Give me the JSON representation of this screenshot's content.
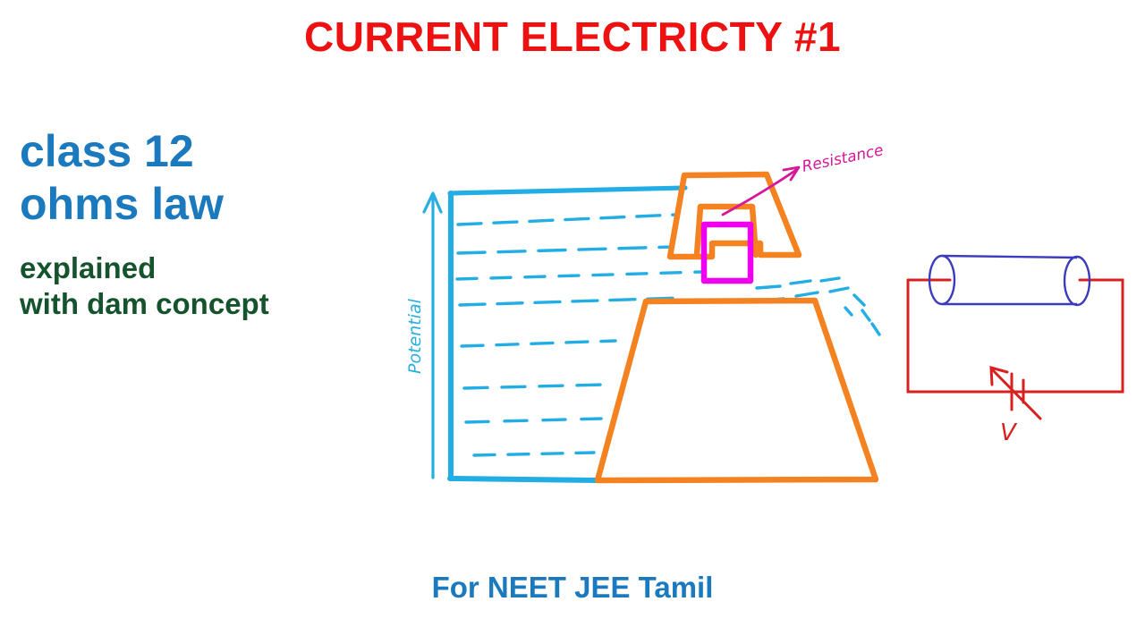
{
  "slide": {
    "background_color": "#ffffff",
    "title": "CURRENT ELECTRICTY #1",
    "title_color": "#ee1111",
    "caption": "For NEET JEE Tamil",
    "caption_color": "#1b79bd"
  },
  "left_text": {
    "line1": "class 12",
    "line2": "ohms law",
    "line3": "explained",
    "line4": "with dam concept",
    "heading_color": "#1b79bd",
    "subheading_color": "#14532b"
  },
  "diagram": {
    "name": "dam-analogy-diagram",
    "water_color": "#2aaee0",
    "dam_color": "#f58220",
    "gate_color": "#ee00ee",
    "annotation_color": "#d6189a",
    "labels": {
      "potential": "Potential",
      "resistance": "Resistance"
    }
  },
  "circuit": {
    "name": "conductor-circuit-diagram",
    "wire_color": "#d82020",
    "conductor_color": "#3b3bbd",
    "source_label": "V"
  }
}
